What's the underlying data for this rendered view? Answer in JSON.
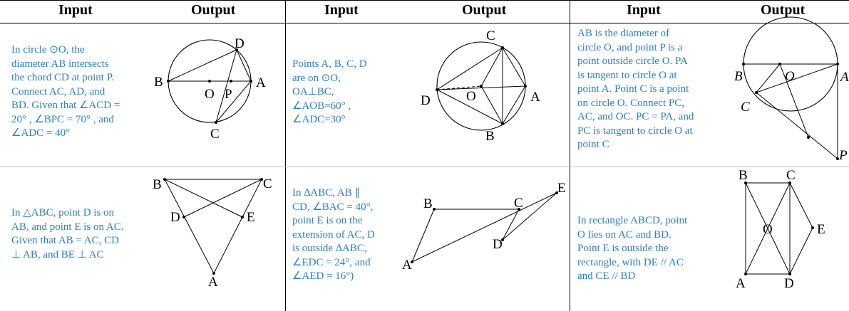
{
  "headers": {
    "col1_input": "Input",
    "col1_output": "Output",
    "col2_input": "Input",
    "col2_output": "Output",
    "col3_input": "Input",
    "col3_output": "Output"
  },
  "problems": {
    "p1": {
      "lines": [
        "In circle ⊙O, the",
        "diameter AB intersects",
        "the chord CD at point P.",
        "Connect AC, AD, and",
        "BD. Given that ∠ACD =",
        "20° , ∠BPC = 70° , and",
        "∠ADC = 40°"
      ],
      "labels": {
        "B": "B",
        "D": "D",
        "A": "A",
        "O": "O",
        "P": "P",
        "C": "C"
      }
    },
    "p2": {
      "lines": [
        "Points A, B, C, D",
        "are on ⊙O,",
        "OA⊥BC,",
        "∠AOB=60° ,",
        "∠ADC=30°"
      ],
      "labels": {
        "C": "C",
        "D": "D",
        "O": "O",
        "A": "A",
        "B": "B"
      }
    },
    "p3": {
      "lines": [
        "AB is the diameter of",
        "circle O, and point P is a",
        "point outside circle O. PA",
        "is tangent to circle O at",
        "point A. Point C is a point",
        "on circle O. Connect PC,",
        "AC, and OC. PC = PA, and",
        "PC is tangent to circle O at",
        "point C"
      ],
      "labels": {
        "B": "B",
        "O": "O",
        "A": "A",
        "C": "C",
        "P": "P"
      }
    },
    "p4": {
      "lines": [
        "In △ABC, point D is on",
        "AB, and point E is on AC.",
        "Given that AB = AC, CD",
        "⊥ AB, and BE ⊥ AC"
      ],
      "labels": {
        "B": "B",
        "C": "C",
        "D": "D",
        "E": "E",
        "A": "A"
      }
    },
    "p5": {
      "lines": [
        "In ∆ABC, AB ∥",
        "CD, ∠BAC = 40°,",
        "point E is on the",
        "extension of AC, D",
        "is outside ∆ABC,",
        "∠EDC = 24°, and",
        "∠AED = 16°)"
      ],
      "labels": {
        "B": "B",
        "C": "C",
        "E": "E",
        "D": "D",
        "A": "A"
      }
    },
    "p6": {
      "lines": [
        "In rectangle ABCD, point",
        "O lies on AC and BD.",
        "Point E is outside the",
        "rectangle, with DE // AC",
        "and CE // BD"
      ],
      "labels": {
        "B": "B",
        "C": "C",
        "O": "O",
        "E": "E",
        "A": "A",
        "D": "D"
      }
    }
  }
}
